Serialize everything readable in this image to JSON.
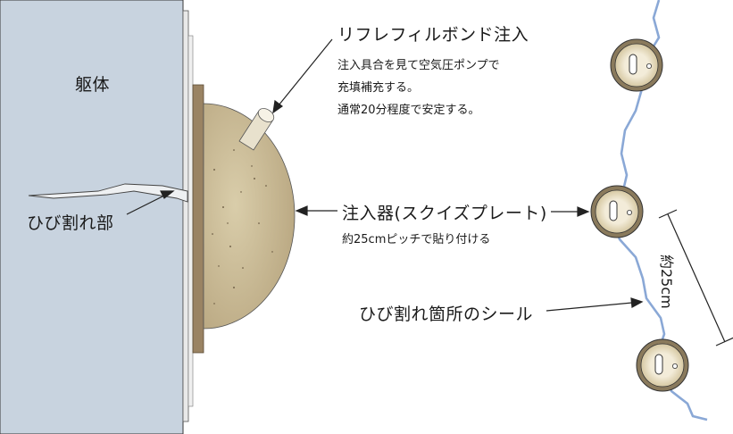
{
  "labels": {
    "body": "躯体",
    "crack": "ひび割れ部",
    "bond_title": "リフレフィルボンド注入",
    "bond_note_1": "注入具合を見て空気圧ポンプで",
    "bond_note_2": "充填補充する。",
    "bond_note_3": "通常20分程度で安定する。",
    "injector": "注入器(スクイズプレート)",
    "injector_note": "約25cmピッチで貼り付ける",
    "seal": "ひび割れ箇所のシール",
    "pitch": "約25cm"
  },
  "colors": {
    "wall": "#c8d3df",
    "hemisphere": "#c9b994",
    "plate": "#9a8363",
    "crack_line": "#8aa8d6",
    "injector_ring": "#8a7a5c"
  }
}
